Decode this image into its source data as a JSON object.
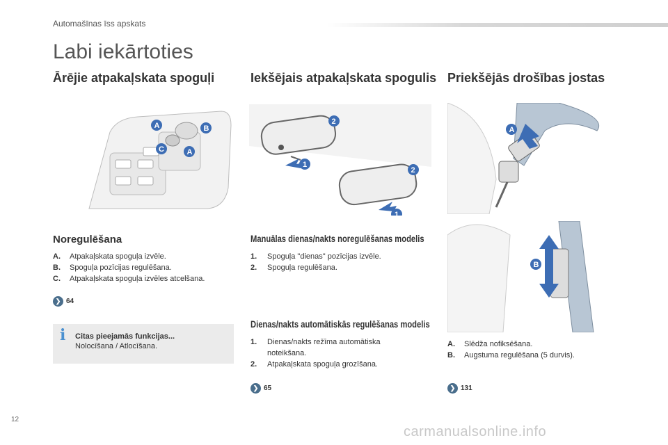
{
  "running_head": "Automašīnas īss apskats",
  "page_title": "Labi iekārtoties",
  "page_number": "12",
  "watermark": "carmanualsonline.info",
  "columns": {
    "mirrors_ext": {
      "title": "Ārējie atpakaļskata spoguļi",
      "sub_title": "Noregulēšana",
      "items": [
        {
          "key": "A.",
          "text": "Atpakaļskata spoguļa izvēle."
        },
        {
          "key": "B.",
          "text": "Spoguļa pozīcijas regulēšana."
        },
        {
          "key": "C.",
          "text": "Atpakaļskata spoguļa izvēles atcelšana."
        }
      ],
      "ref": "64",
      "info_title": "Citas pieejamās funkcijas...",
      "info_text": "Nolocīšana / Atlocīšana.",
      "callouts": [
        "A",
        "B",
        "C",
        "A"
      ]
    },
    "mirror_int": {
      "title": "Iekšējais atpakaļskata spogulis",
      "manual_title": "Manuālas dienas/nakts noregulēšanas modelis",
      "manual_items": [
        {
          "key": "1.",
          "text": "Spoguļa \"dienas\" pozīcijas izvēle."
        },
        {
          "key": "2.",
          "text": "Spoguļa regulēšana."
        }
      ],
      "auto_title": "Dienas/nakts automātiskās regulēšanas modelis",
      "auto_items": [
        {
          "key": "1.",
          "text": "Dienas/nakts režīma automātiska"
        },
        {
          "key": "",
          "text": "noteikšana."
        },
        {
          "key": "2.",
          "text": "Atpakaļskata spoguļa grozīšana."
        }
      ],
      "ref": "65",
      "callouts": [
        "2",
        "1",
        "2",
        "1"
      ]
    },
    "seatbelts": {
      "title": "Priekšējās drošības jostas",
      "items": [
        {
          "key": "A.",
          "text": "Slēdža nofiksēšana."
        },
        {
          "key": "B.",
          "text": "Augstuma regulēšana (5 durvis)."
        }
      ],
      "ref": "131",
      "callouts": [
        "A",
        "B"
      ]
    }
  },
  "colors": {
    "badge_blue": "#3d6db4",
    "ref_icon": "#4a6e8c",
    "info_i": "#4a90d0",
    "info_bg": "#ebebeb"
  }
}
